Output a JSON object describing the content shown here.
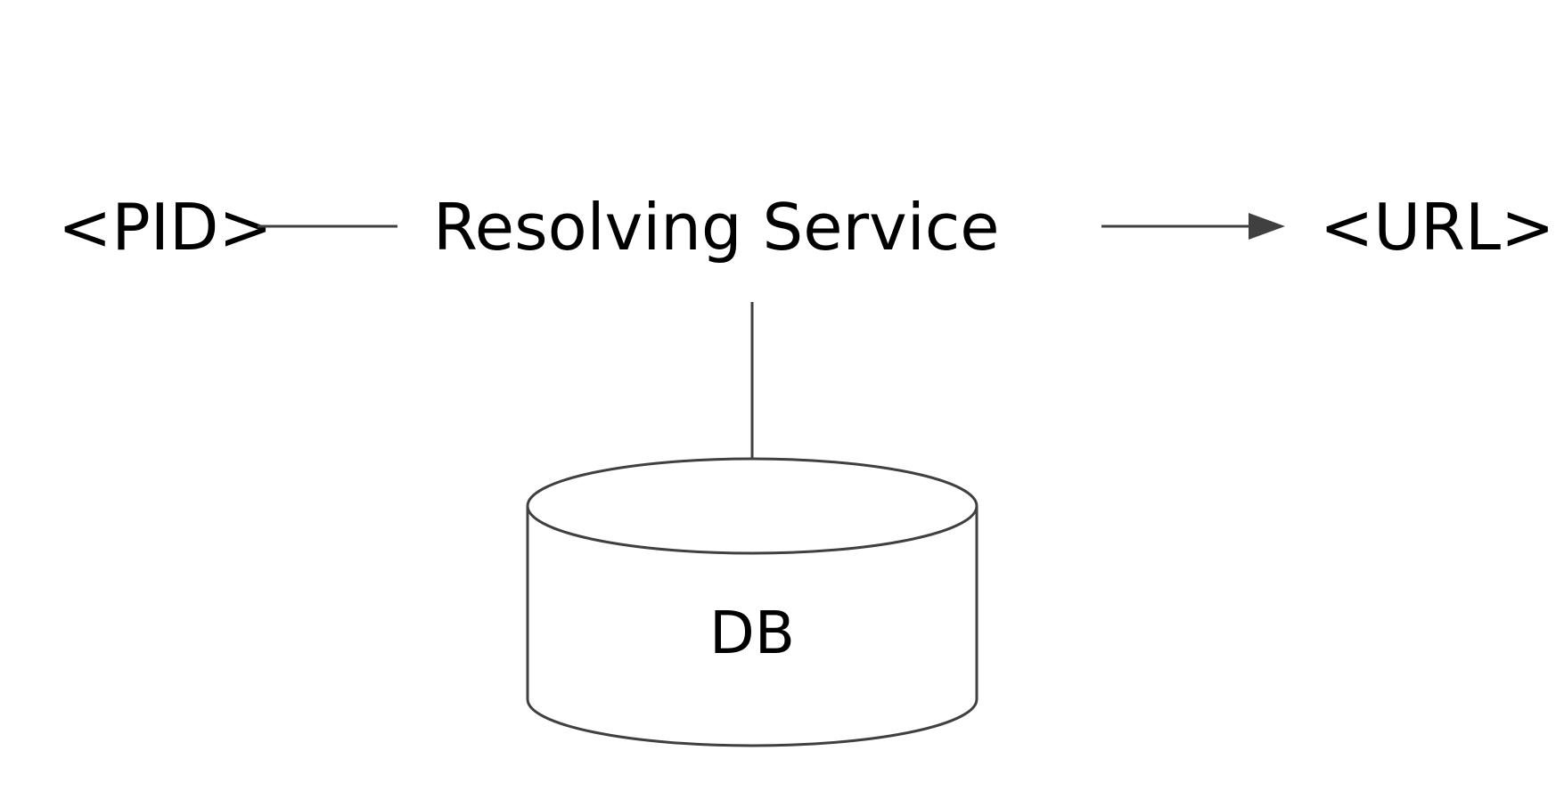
{
  "diagram": {
    "nodes": {
      "pid": {
        "label": "<PID>"
      },
      "service": {
        "label": "Resolving Service"
      },
      "url": {
        "label": "<URL>"
      },
      "db": {
        "label": "DB"
      }
    },
    "edges": [
      {
        "from": "pid",
        "to": "service",
        "arrow": false
      },
      {
        "from": "service",
        "to": "url",
        "arrow": true
      },
      {
        "from": "service",
        "to": "db",
        "arrow": false
      }
    ],
    "colors": {
      "text": "#000000",
      "line": "#404040",
      "background": "#ffffff"
    }
  }
}
